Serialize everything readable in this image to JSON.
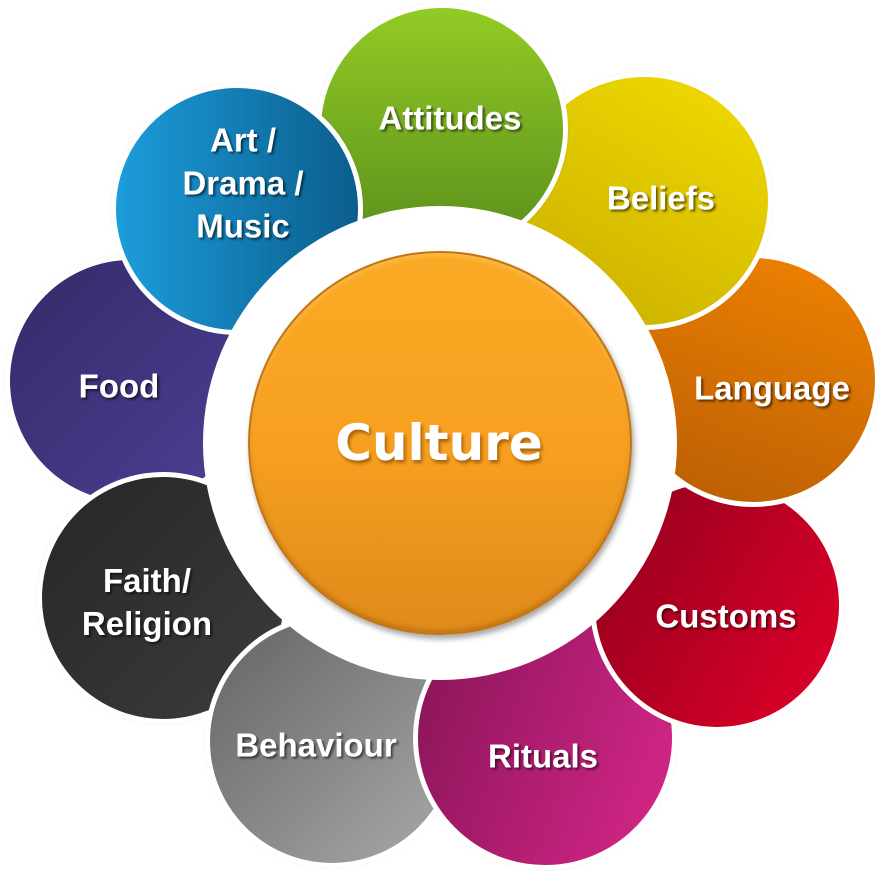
{
  "diagram": {
    "center": {
      "label": "Culture",
      "color_top": "#fbaa25",
      "color_bottom": "#df8a1b"
    },
    "petals": [
      {
        "id": "food",
        "label": "Food",
        "color_a": "#342a68",
        "color_b": "#4d4095"
      },
      {
        "id": "faith-religion",
        "label_lines": [
          "Faith/",
          "Religion"
        ],
        "color_a": "#262626",
        "color_b": "#3c3c3c"
      },
      {
        "id": "behaviour",
        "label": "Behaviour",
        "color_a": "#636363",
        "color_b": "#aaaaaa"
      },
      {
        "id": "rituals",
        "label": "Rituals",
        "color_a": "#861456",
        "color_b": "#d8278a"
      },
      {
        "id": "customs",
        "label": "Customs",
        "color_a": "#8f001c",
        "color_b": "#e3002a"
      },
      {
        "id": "language",
        "label": "Language",
        "color_a": "#f08300",
        "color_b": "#b85d05"
      },
      {
        "id": "beliefs",
        "label": "Beliefs",
        "color_a": "#f2dc00",
        "color_b": "#c7ad00"
      },
      {
        "id": "attitudes",
        "label": "Attitudes",
        "color_a": "#93cb25",
        "color_b": "#5a8e1c"
      },
      {
        "id": "art-drama-music",
        "label_lines": [
          "Art /",
          "Drama /",
          "Music"
        ],
        "color_a": "#1c9ddb",
        "color_b": "#0b5d8c"
      }
    ]
  }
}
